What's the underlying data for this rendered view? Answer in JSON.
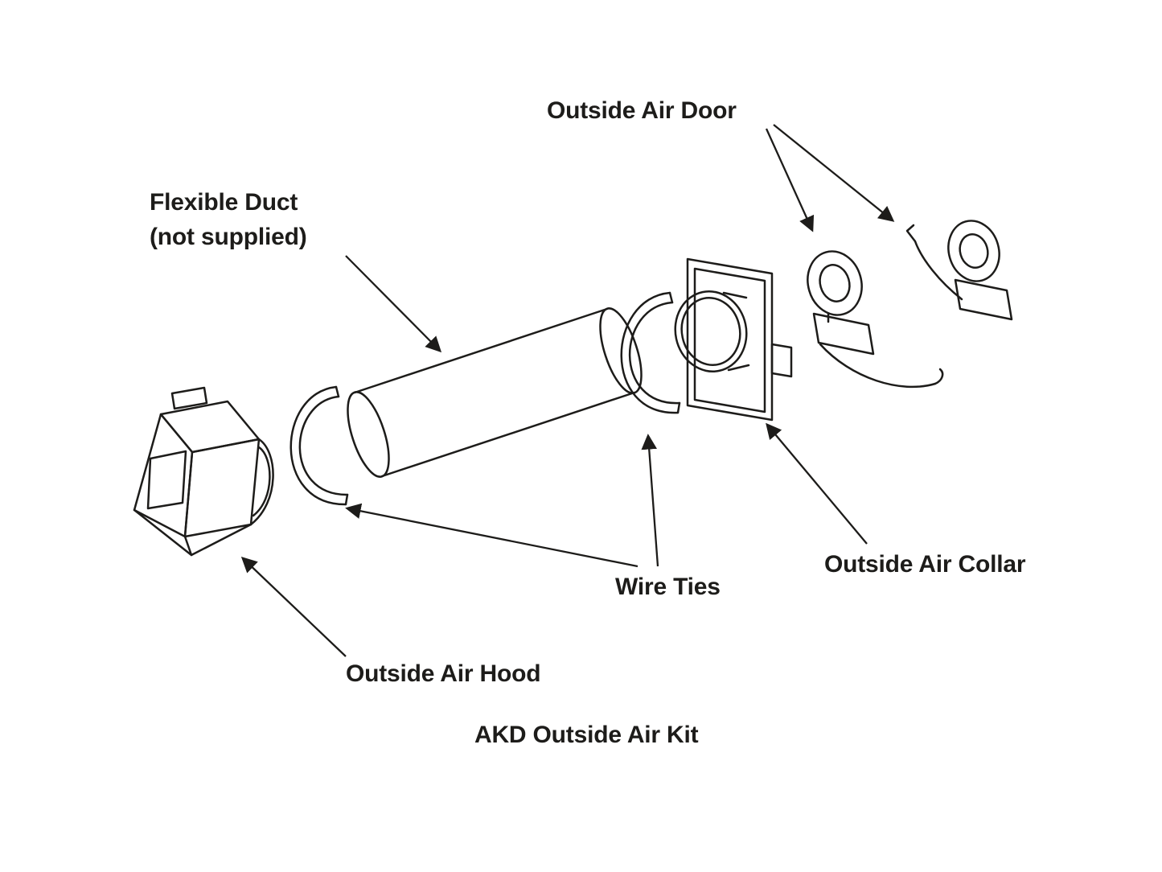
{
  "diagram": {
    "title": "AKD Outside Air Kit",
    "labels": {
      "outside_air_door": "Outside Air Door",
      "flexible_duct_line1": "Flexible Duct",
      "flexible_duct_line2": "(not supplied)",
      "wire_ties": "Wire Ties",
      "outside_air_collar": "Outside Air Collar",
      "outside_air_hood": "Outside Air Hood"
    },
    "parts": [
      "outside-air-hood",
      "wire-tie-left",
      "flexible-duct",
      "wire-tie-right",
      "outside-air-collar",
      "outside-air-door-left",
      "outside-air-door-right"
    ],
    "colors": {
      "line": "#1d1c1a",
      "background": "#ffffff"
    }
  }
}
